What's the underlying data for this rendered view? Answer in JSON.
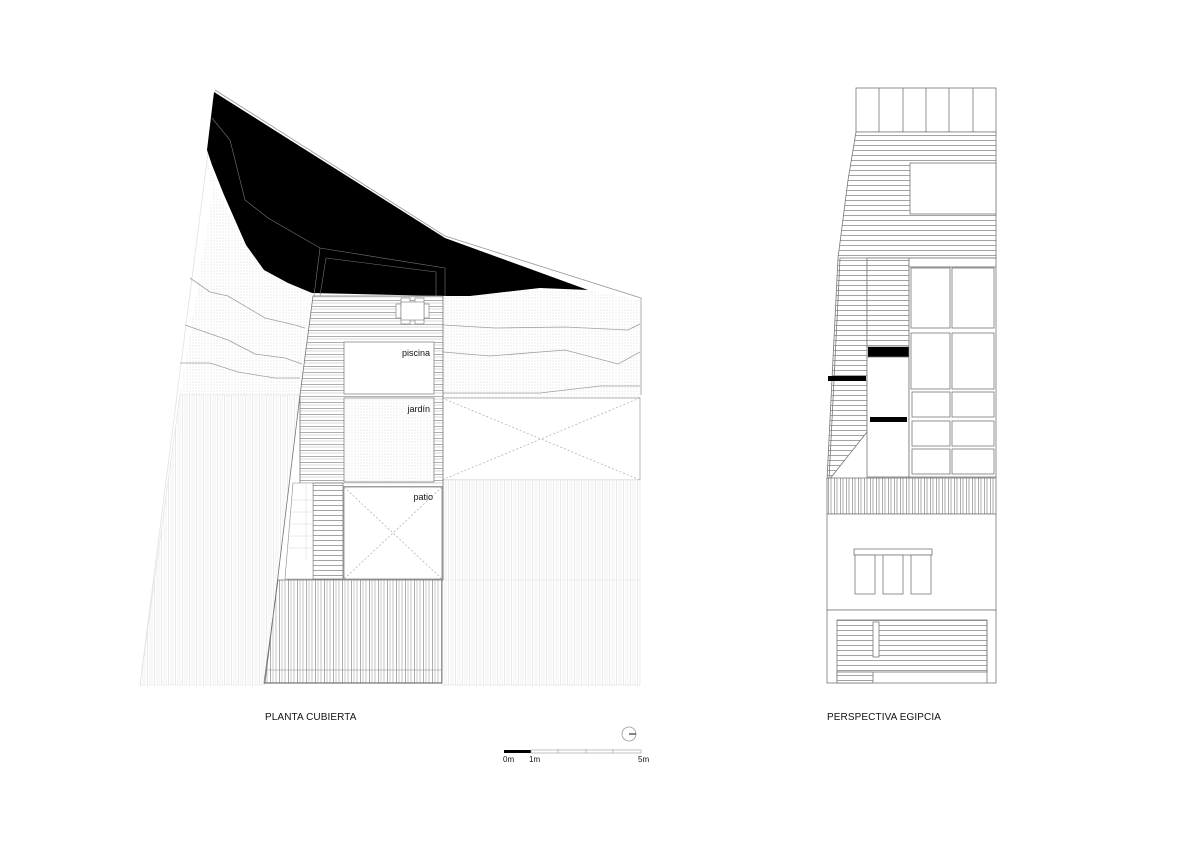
{
  "plan": {
    "caption": "PLANTA CUBIERTA",
    "rooms": [
      {
        "name": "piscina"
      },
      {
        "name": "jardín"
      },
      {
        "name": "patio"
      }
    ]
  },
  "elevation": {
    "caption": "PERSPECTIVA EGIPCIA"
  },
  "scale_bar": {
    "labels": [
      "0m",
      "1m",
      "5m"
    ]
  },
  "north_arrow": {
    "icon": "north-arrow-icon"
  },
  "colors": {
    "ink": "#111111",
    "line": "#8a8a8a",
    "light_line": "#c8c8c8",
    "fill_black": "#000000"
  }
}
